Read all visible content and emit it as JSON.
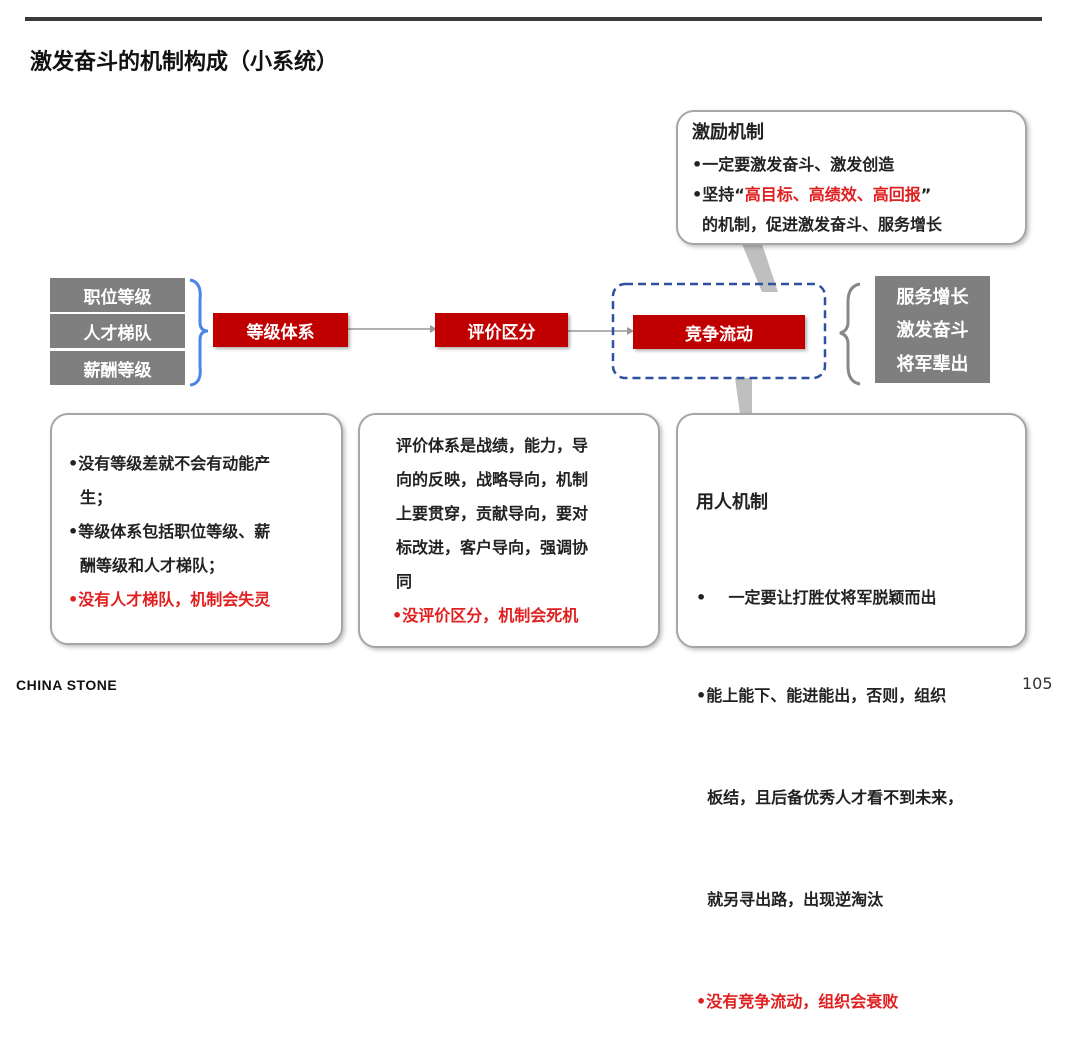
{
  "title": "激发奋斗的机制构成（小系统）",
  "left_items": [
    "职位等级",
    "人才梯队",
    "薪酬等级"
  ],
  "flow": [
    "等级体系",
    "评价区分",
    "竞争流动"
  ],
  "outcomes": [
    "服务增长",
    "激发奋斗",
    "将军辈出"
  ],
  "incentive": {
    "heading": "激励机制",
    "line1": "•一定要激发奋斗、激发创造",
    "line2_pre": "•坚持“",
    "line2_red": "高目标、高绩效、高回报",
    "line2_post": "”",
    "line3": "的机制，促进激发奋斗、服务增长"
  },
  "box1": {
    "lines": [
      "•没有等级差就不会有动能产",
      "生；",
      "•等级体系包括职位等级、薪",
      "酬等级和人才梯队；"
    ],
    "red": "•没有人才梯队，机制会失灵"
  },
  "box2": {
    "lines": [
      "评价体系是战绩，能力，导",
      "向的反映，战略导向，机制",
      "上要贯穿，贡献导向，要对",
      "标改进，客户导向，强调协",
      "同"
    ],
    "red": "•没评价区分，机制会死机"
  },
  "box3": {
    "heading": "用人机制",
    "lines": [
      "•    一定要让打胜仗将军脱颖而出",
      "•能上能下、能进能出，否则，组织",
      "  板结，且后备优秀人才看不到未来，",
      "  就另寻出路，出现逆淘汰"
    ],
    "red": "•没有竞争流动，组织会衰败"
  },
  "logo": "CHINA STONE",
  "page_number": "105"
}
